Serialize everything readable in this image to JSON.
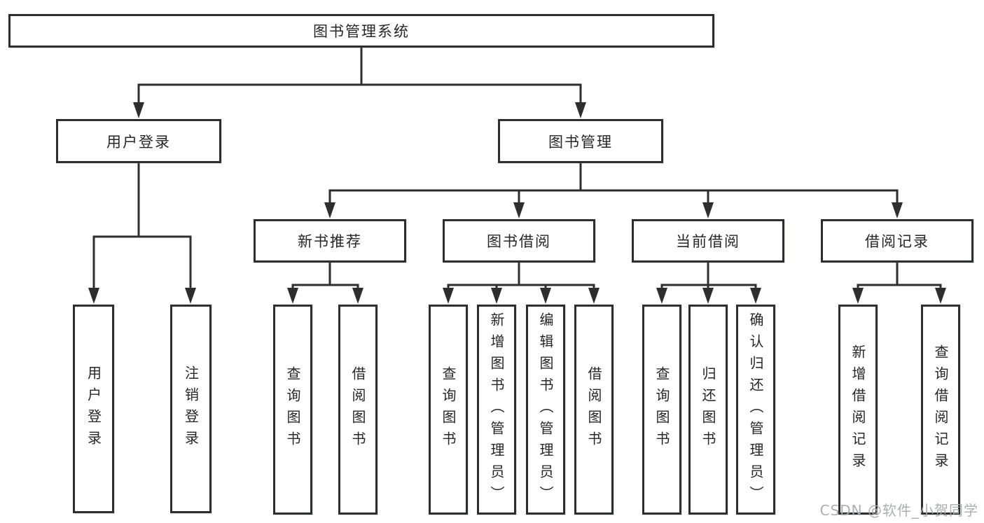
{
  "diagram": {
    "tree": {
      "label": "图书管理系统",
      "children": [
        {
          "label": "用户登录",
          "children": [
            {
              "label": "用户登录"
            },
            {
              "label": "注销登录"
            }
          ]
        },
        {
          "label": "图书管理",
          "children": [
            {
              "label": "新书推荐",
              "children": [
                {
                  "label": "查询图书"
                },
                {
                  "label": "借阅图书"
                }
              ]
            },
            {
              "label": "图书借阅",
              "children": [
                {
                  "label": "查询图书"
                },
                {
                  "label": "新增图书（管理员）"
                },
                {
                  "label": "编辑图书（管理员）"
                },
                {
                  "label": "借阅图书"
                }
              ]
            },
            {
              "label": "当前借阅",
              "children": [
                {
                  "label": "查询图书"
                },
                {
                  "label": "归还图书"
                },
                {
                  "label": "确认归还（管理员）"
                }
              ]
            },
            {
              "label": "借阅记录",
              "children": [
                {
                  "label": "新增借阅记录"
                },
                {
                  "label": "查询借阅记录"
                }
              ]
            }
          ]
        }
      ]
    },
    "colors": {
      "line": "#2e2e2e",
      "box_border": "#2e2e2e",
      "box_fill": "#ffffff",
      "background": "#ffffff",
      "watermark": "#a8aaaf"
    }
  },
  "watermark": {
    "text": "CSDN @软件_小贺同学"
  }
}
